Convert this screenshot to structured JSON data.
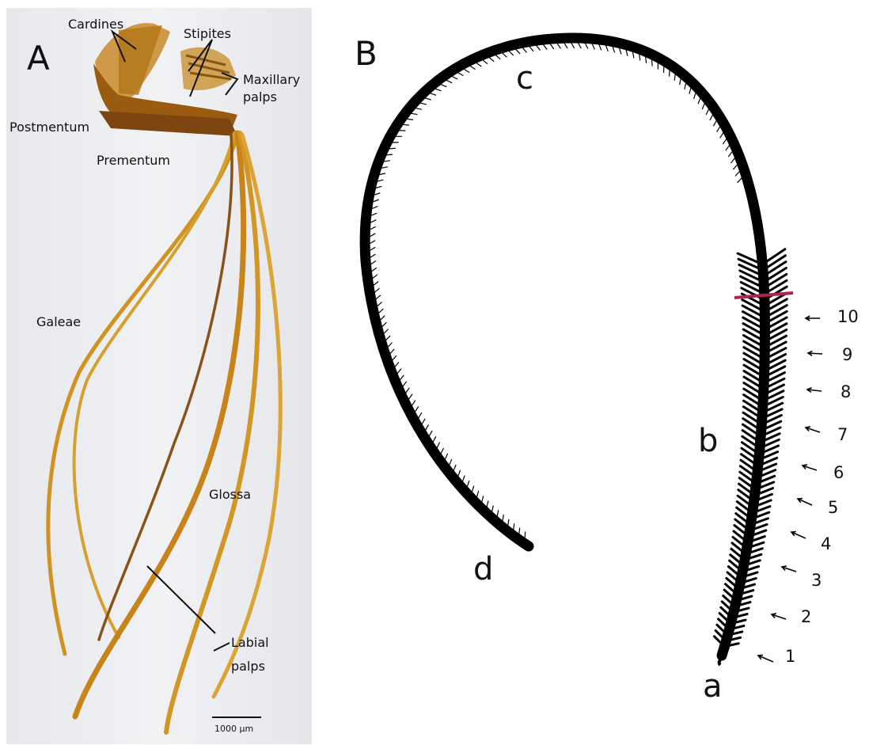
{
  "panel_a": {
    "panel_label": "A",
    "labels": {
      "cardines": "Cardines",
      "stipites": "Stipites",
      "maxillary_palps_1": "Maxillary",
      "maxillary_palps_2": "palps",
      "postmentum": "Postmentum",
      "prementum": "Prementum",
      "galeae": "Galeae",
      "glossa": "Glossa",
      "labial_palps_1": "Labial",
      "labial_palps_2": "palps"
    },
    "scale_bar": "1000 µm",
    "colors": {
      "background": "#eef0f2",
      "specimen": "#c8871a",
      "specimen_dark": "#7a4a10"
    }
  },
  "panel_b": {
    "panel_label": "B",
    "points": {
      "a": "a",
      "b": "b",
      "c": "c",
      "d": "d"
    },
    "arrow_numbers": [
      "1",
      "2",
      "3",
      "4",
      "5",
      "6",
      "7",
      "8",
      "9",
      "10"
    ],
    "colors": {
      "stroke": "#000000",
      "marker": "#b0214f"
    }
  }
}
